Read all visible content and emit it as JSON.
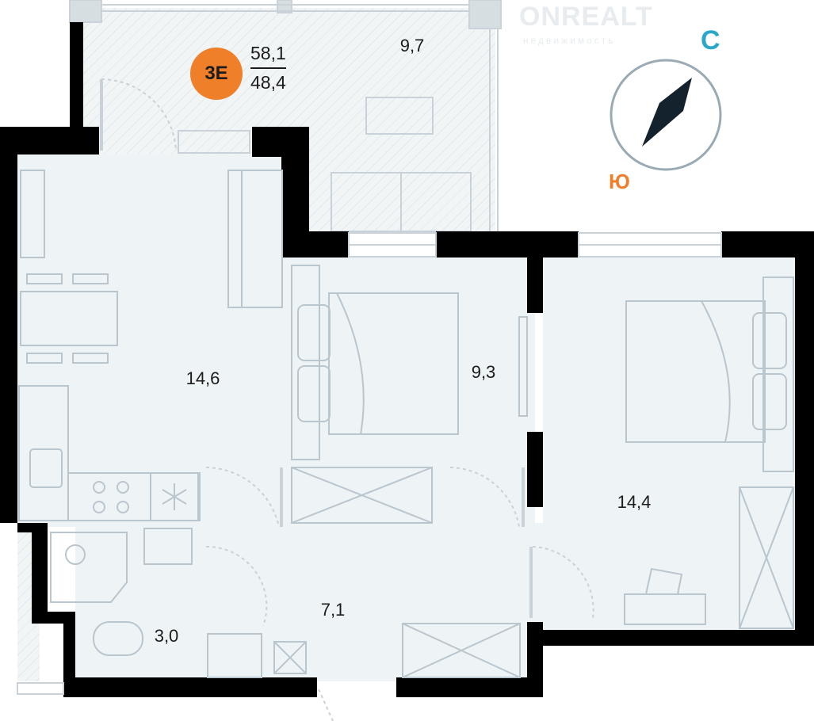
{
  "apartment": {
    "type_badge": "3Е",
    "total_area": "58,1",
    "living_area": "48,4"
  },
  "rooms": [
    {
      "name": "balcony",
      "area": "9,7"
    },
    {
      "name": "kitchen-living",
      "area": "14,6"
    },
    {
      "name": "bedroom-small",
      "area": "9,3"
    },
    {
      "name": "bedroom-large",
      "area": "14,4"
    },
    {
      "name": "hallway",
      "area": "7,1"
    },
    {
      "name": "bathroom",
      "area": "3,0"
    }
  ],
  "compass": {
    "north": "С",
    "south": "Ю"
  },
  "watermark": {
    "text": "ONREALT",
    "subtitle": "недвижимость"
  },
  "colors": {
    "accent": "#f07f2a",
    "north": "#2aa7c9",
    "wall": "#000000",
    "floor": "#eef3f6",
    "furniture": "#b9c6ce"
  }
}
